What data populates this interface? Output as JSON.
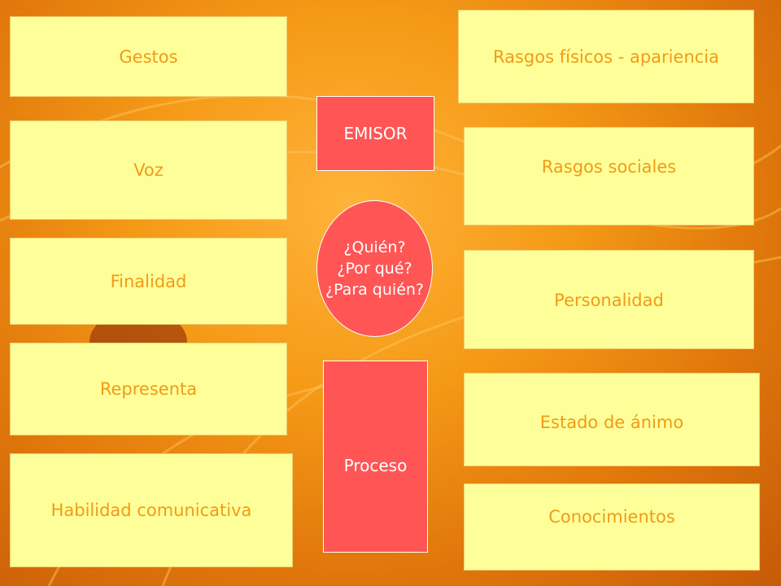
{
  "left_boxes": [
    {
      "label": "Gestos"
    },
    {
      "label": "Voz"
    },
    {
      "label": "Finalidad"
    },
    {
      "label": "Representa"
    },
    {
      "label": "Habilidad comunicativa"
    }
  ],
  "right_boxes": [
    {
      "label": "Rasgos físicos - apariencia"
    },
    {
      "label": "Rasgos sociales"
    },
    {
      "label": "Personalidad"
    },
    {
      "label": "Estado de ánimo"
    },
    {
      "label": "Conocimientos"
    }
  ],
  "center": {
    "emisor": "EMISOR",
    "questions": [
      "¿Quién?",
      "¿Por qué?",
      "¿Para quién?"
    ],
    "proceso": "Proceso"
  },
  "colors": {
    "box_fill": "#ffff99",
    "box_text": "#f29a18",
    "center_fill": "#ff5555",
    "center_text": "#ffffff"
  }
}
